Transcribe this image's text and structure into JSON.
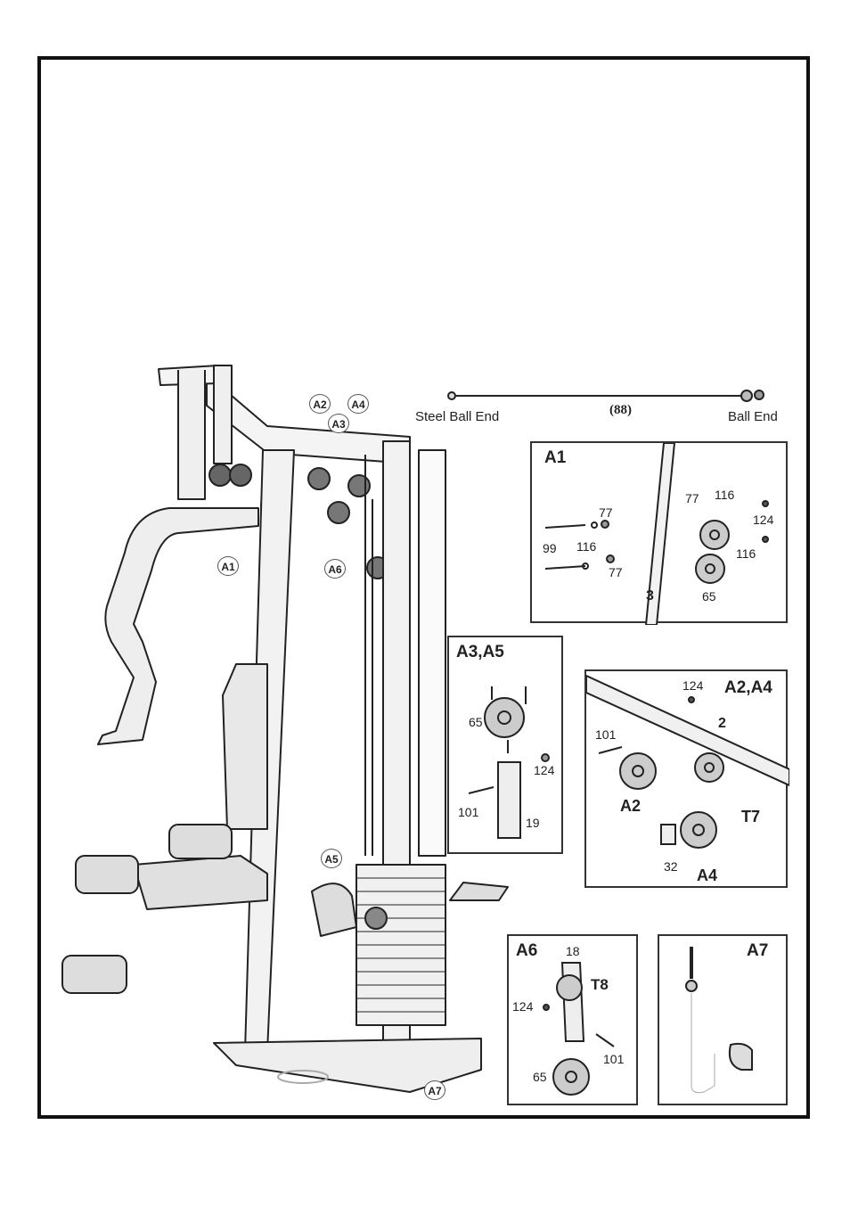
{
  "cable": {
    "left_label": "Steel Ball End",
    "part_number": "(88)",
    "right_label": "Ball End"
  },
  "main_callouts": [
    "A2",
    "A3",
    "A4",
    "A1",
    "A6",
    "A5",
    "A7"
  ],
  "panels": {
    "a1": {
      "title": "A1",
      "parts": {
        "p77a": "77",
        "p99": "99",
        "p116a": "116",
        "p77b": "77",
        "p77c": "77",
        "p116b": "116",
        "p124": "124",
        "p116c": "116",
        "p3": "3",
        "p65": "65"
      }
    },
    "a3a5": {
      "title": "A3,A5",
      "parts": {
        "p65": "65",
        "p124": "124",
        "p101": "101",
        "p19": "19"
      }
    },
    "a2a4": {
      "title": "A2,A4",
      "parts": {
        "p124": "124",
        "p2": "2",
        "p101": "101",
        "pA2": "A2",
        "pT7": "T7",
        "p32": "32",
        "pA4": "A4"
      }
    },
    "a6": {
      "title": "A6",
      "parts": {
        "p18": "18",
        "pT8": "T8",
        "p124": "124",
        "p101": "101",
        "p65": "65"
      }
    },
    "a7": {
      "title": "A7"
    }
  }
}
